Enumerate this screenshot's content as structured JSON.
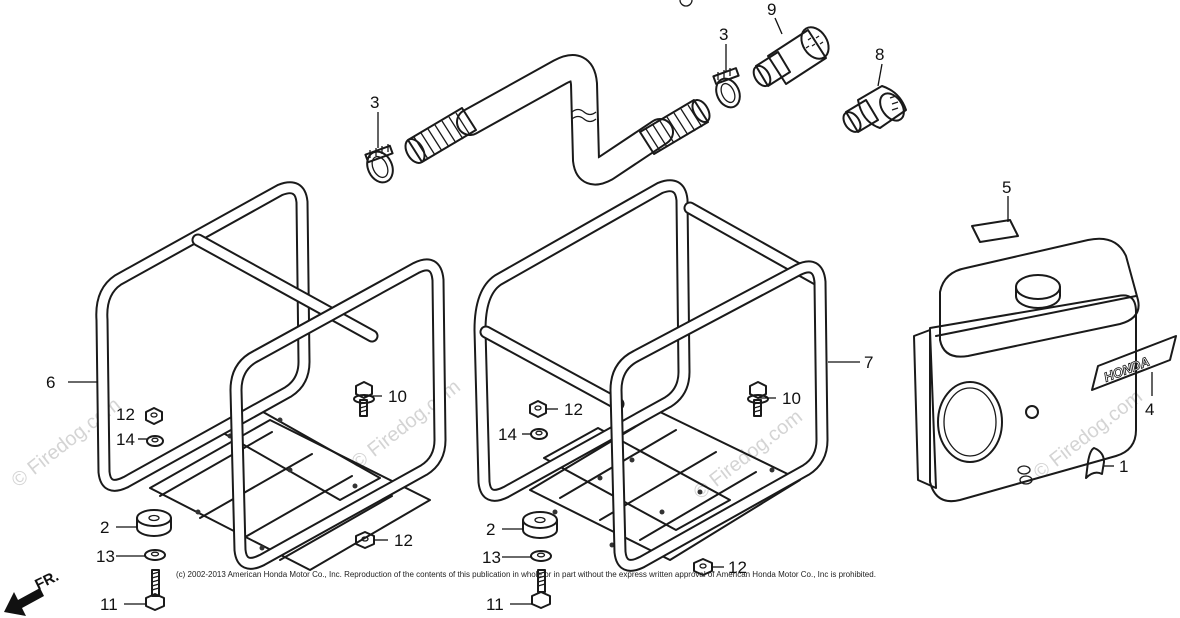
{
  "copyright": "(c) 2002-2013 American Honda Motor Co., Inc. Reproduction of the contents of this publication in whole or in part without the express written approval of American Honda Motor Co., Inc is prohibited.",
  "watermark": "© Firedog.com",
  "direction_label": "FR.",
  "engine_logo": "HONDA",
  "callouts": {
    "c1": "1",
    "c2a": "2",
    "c2b": "2",
    "c3a": "3",
    "c3b": "3",
    "c4": "4",
    "c5": "5",
    "c6": "6",
    "c7": "7",
    "c8": "8",
    "c9": "9",
    "c10a": "10",
    "c10b": "10",
    "c11a": "11",
    "c11b": "11",
    "c12a": "12",
    "c12b": "12",
    "c12c": "12",
    "c12d": "12",
    "c13a": "13",
    "c13b": "13",
    "c14a": "14",
    "c14b": "14"
  },
  "colors": {
    "line": "#1a1a1a",
    "background": "#ffffff",
    "watermark": "#d4d4d4"
  }
}
